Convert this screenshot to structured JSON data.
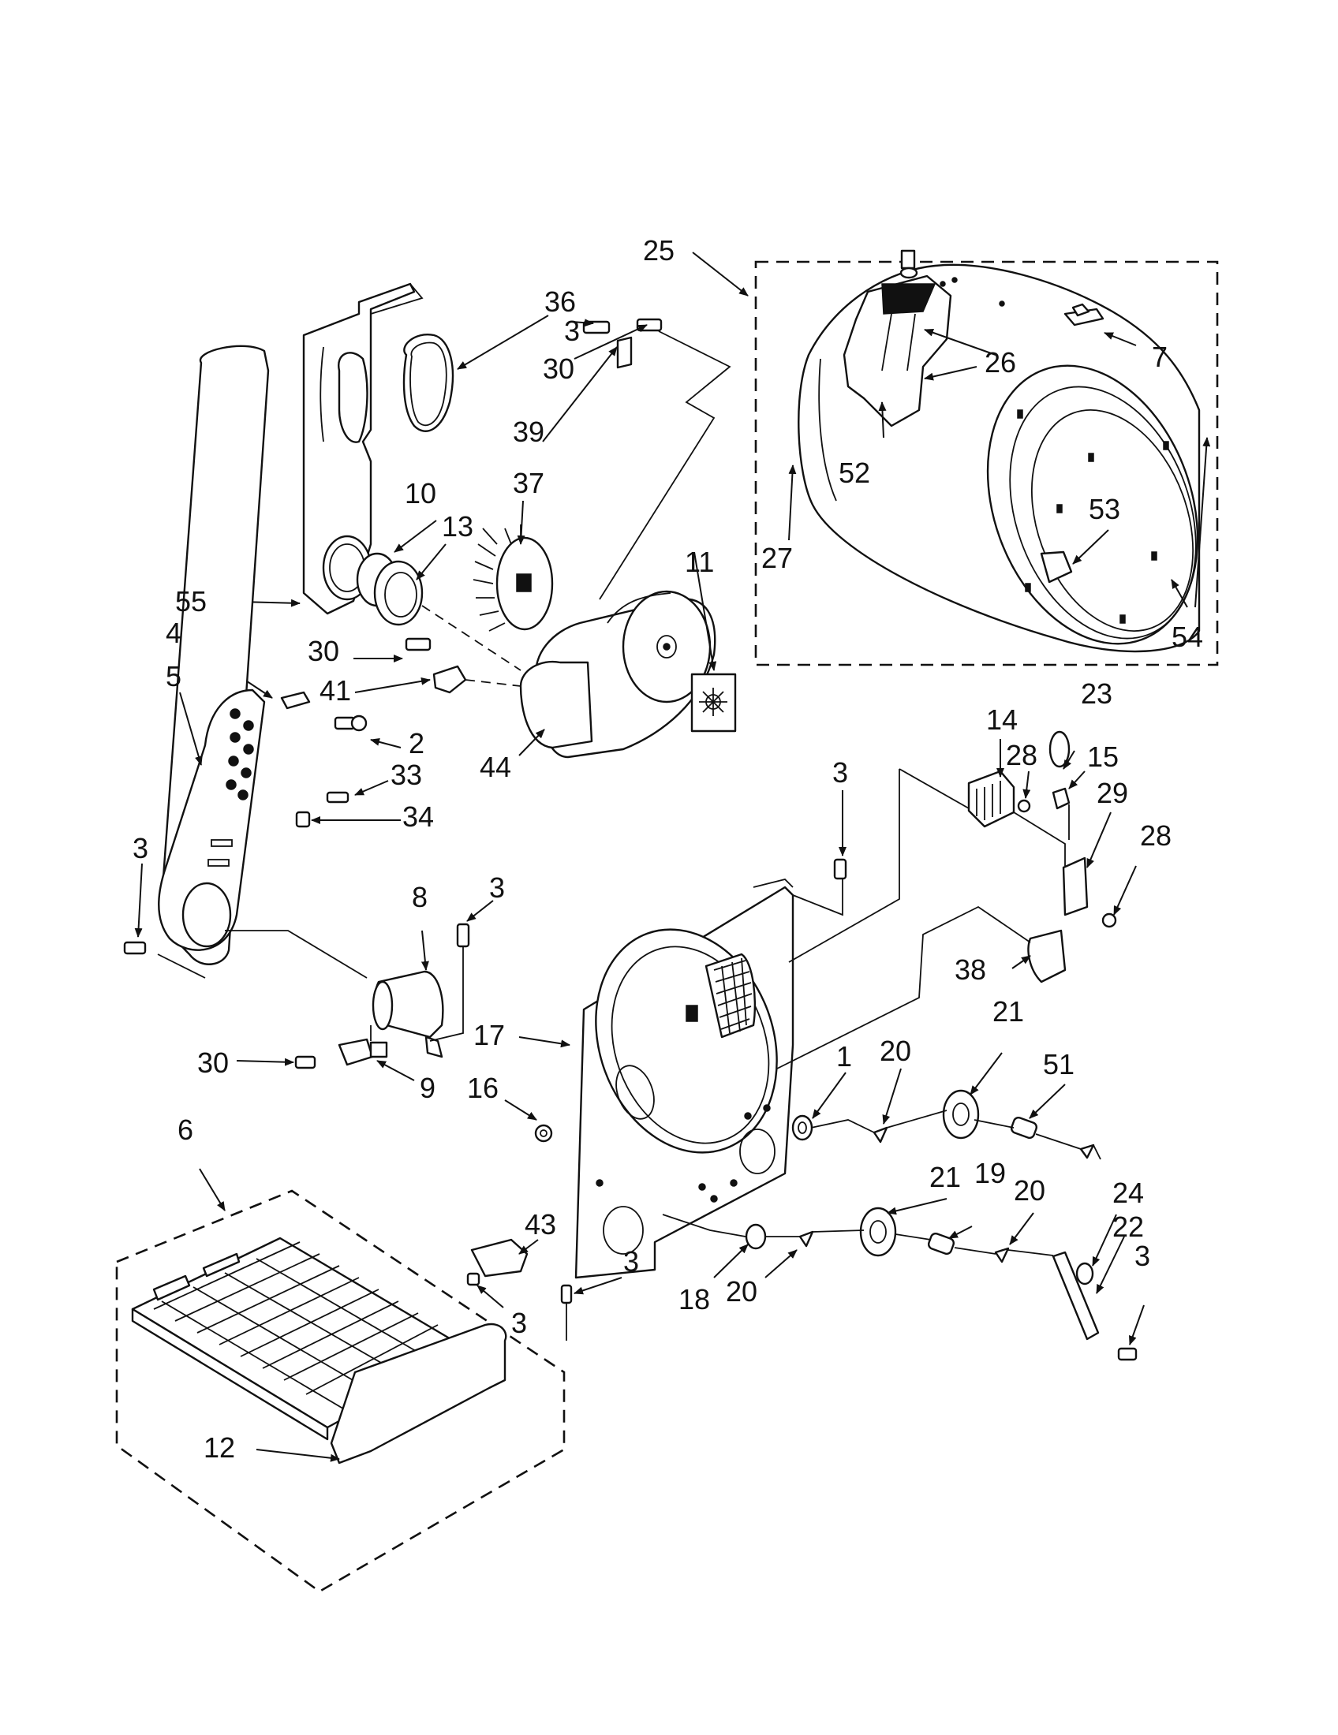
{
  "diagram": {
    "parts": [
      {
        "id": "p1",
        "label": "1"
      },
      {
        "id": "p2",
        "label": "2"
      },
      {
        "id": "p3a",
        "label": "3"
      },
      {
        "id": "p3b",
        "label": "3"
      },
      {
        "id": "p3c",
        "label": "3"
      },
      {
        "id": "p3d",
        "label": "3"
      },
      {
        "id": "p3e",
        "label": "3"
      },
      {
        "id": "p3f",
        "label": "3"
      },
      {
        "id": "p3g",
        "label": "3"
      },
      {
        "id": "p4",
        "label": "4"
      },
      {
        "id": "p5",
        "label": "5"
      },
      {
        "id": "p6",
        "label": "6"
      },
      {
        "id": "p7",
        "label": "7"
      },
      {
        "id": "p8",
        "label": "8"
      },
      {
        "id": "p9",
        "label": "9"
      },
      {
        "id": "p10",
        "label": "10"
      },
      {
        "id": "p11",
        "label": "11"
      },
      {
        "id": "p12",
        "label": "12"
      },
      {
        "id": "p13",
        "label": "13"
      },
      {
        "id": "p14",
        "label": "14"
      },
      {
        "id": "p15",
        "label": "15"
      },
      {
        "id": "p16",
        "label": "16"
      },
      {
        "id": "p17",
        "label": "17"
      },
      {
        "id": "p18",
        "label": "18"
      },
      {
        "id": "p19",
        "label": "19"
      },
      {
        "id": "p20a",
        "label": "20"
      },
      {
        "id": "p20b",
        "label": "20"
      },
      {
        "id": "p20c",
        "label": "20"
      },
      {
        "id": "p21a",
        "label": "21"
      },
      {
        "id": "p21b",
        "label": "21"
      },
      {
        "id": "p22",
        "label": "22"
      },
      {
        "id": "p23",
        "label": "23"
      },
      {
        "id": "p24",
        "label": "24"
      },
      {
        "id": "p25",
        "label": "25"
      },
      {
        "id": "p26",
        "label": "26"
      },
      {
        "id": "p27",
        "label": "27"
      },
      {
        "id": "p28a",
        "label": "28"
      },
      {
        "id": "p28b",
        "label": "28"
      },
      {
        "id": "p29",
        "label": "29"
      },
      {
        "id": "p30a",
        "label": "30"
      },
      {
        "id": "p30b",
        "label": "30"
      },
      {
        "id": "p30c",
        "label": "30"
      },
      {
        "id": "p33",
        "label": "33"
      },
      {
        "id": "p34",
        "label": "34"
      },
      {
        "id": "p36",
        "label": "36"
      },
      {
        "id": "p37",
        "label": "37"
      },
      {
        "id": "p38",
        "label": "38"
      },
      {
        "id": "p39",
        "label": "39"
      },
      {
        "id": "p41",
        "label": "41"
      },
      {
        "id": "p43",
        "label": "43"
      },
      {
        "id": "p44",
        "label": "44"
      },
      {
        "id": "p51",
        "label": "51"
      },
      {
        "id": "p52",
        "label": "52"
      },
      {
        "id": "p53",
        "label": "53"
      },
      {
        "id": "p54",
        "label": "54"
      },
      {
        "id": "p55",
        "label": "55"
      }
    ]
  }
}
